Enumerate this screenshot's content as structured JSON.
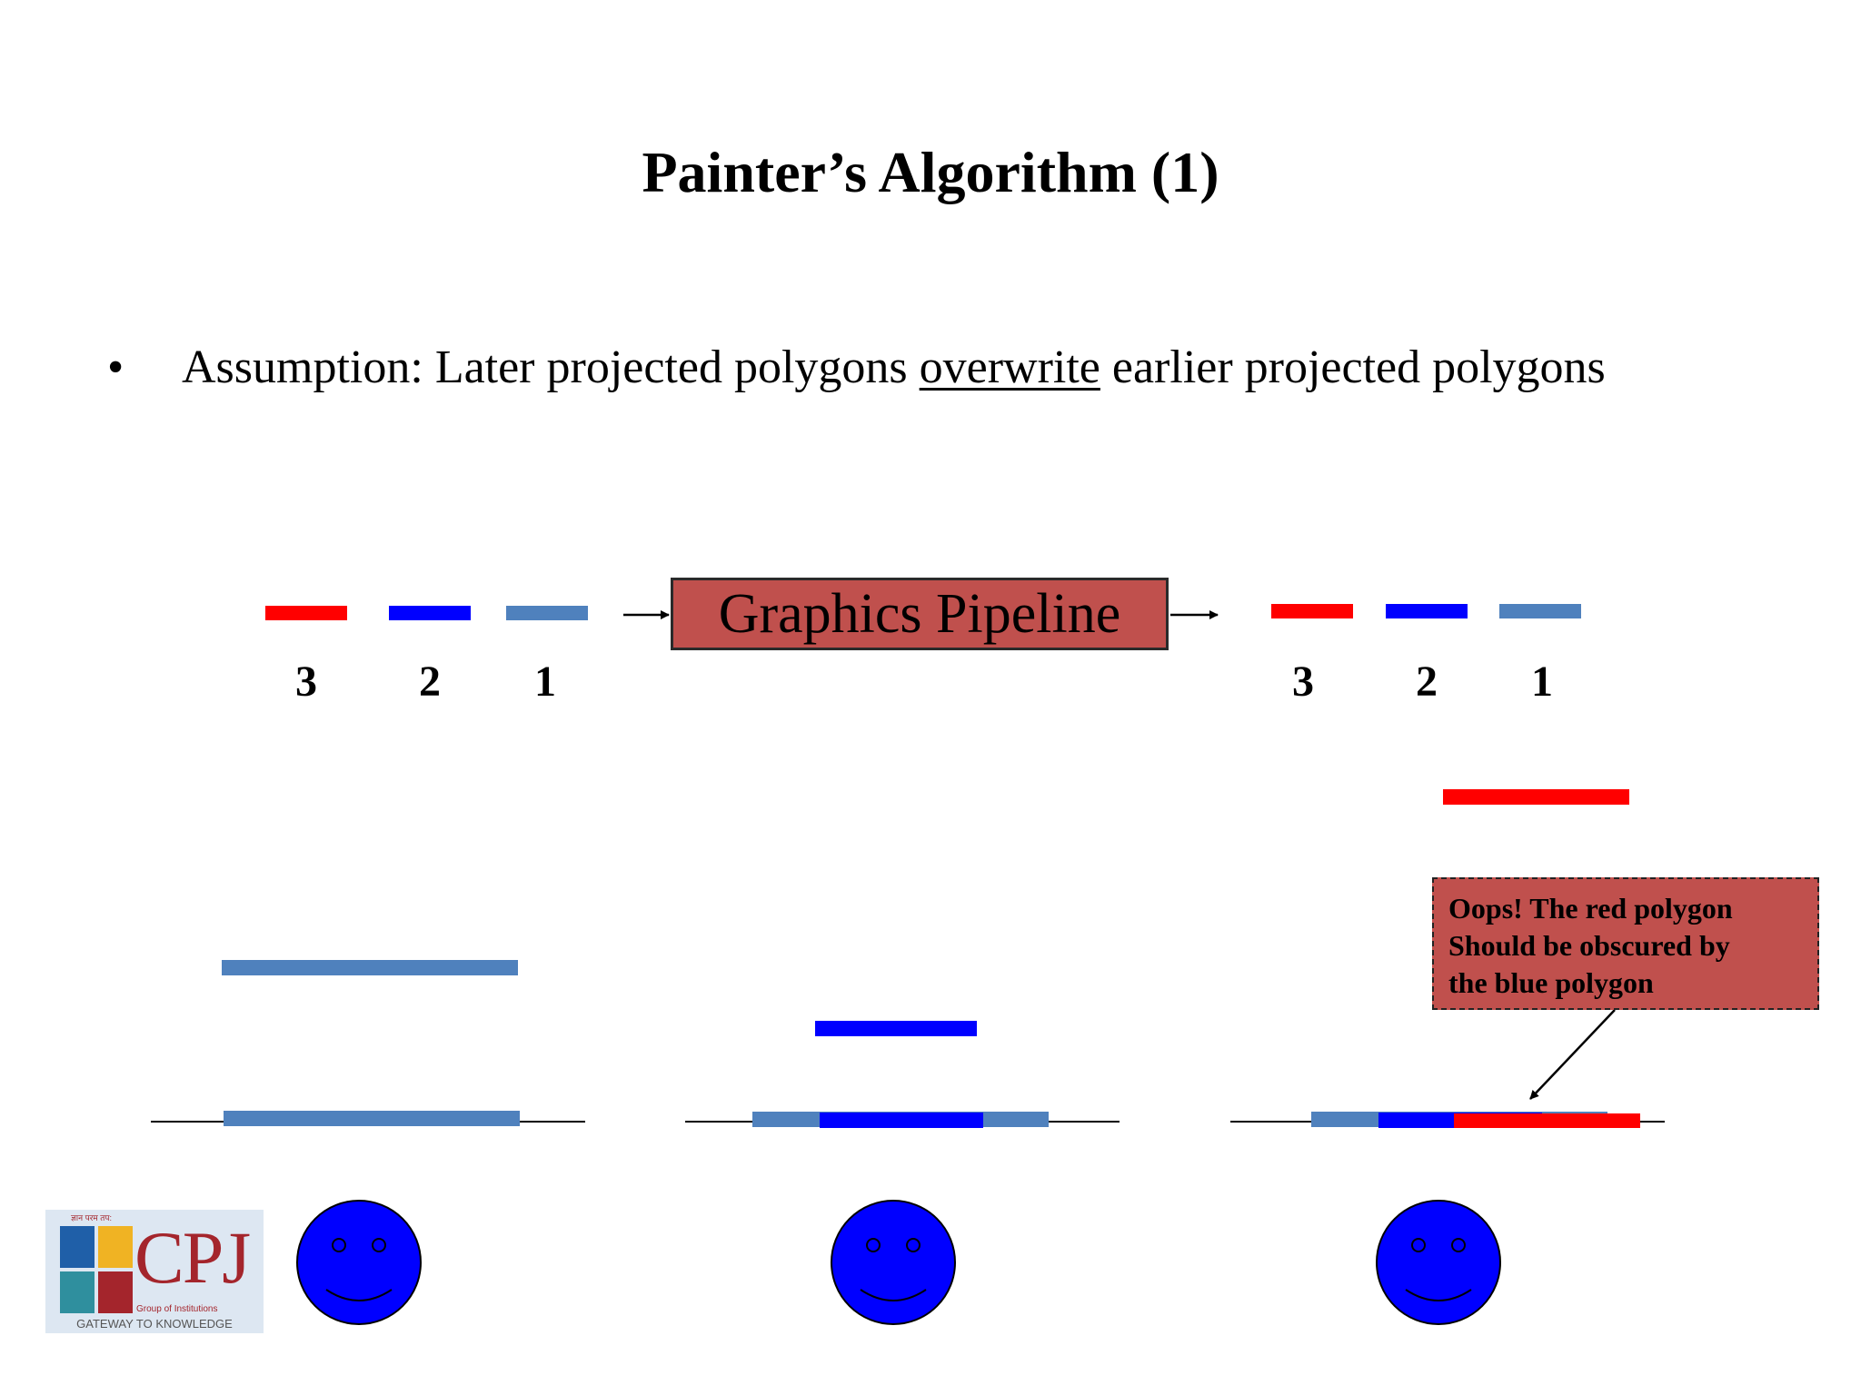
{
  "slide": {
    "title": "Painter’s Algorithm (1)",
    "bullet_marker": "•",
    "bullet_text_before": "Assumption: Later projected polygons ",
    "bullet_text_underlined": "overwrite",
    "bullet_text_after": " earlier projected polygons"
  },
  "pipeline": {
    "box_label": "Graphics Pipeline",
    "input_order_labels": [
      "3",
      "2",
      "1"
    ],
    "output_order_labels": [
      "3",
      "2",
      "1"
    ]
  },
  "callout": {
    "lines": [
      "Oops! The red polygon",
      "Should be obscured by",
      "the blue polygon"
    ]
  },
  "logo": {
    "top_text": "ज्ञान परम तप:",
    "name": "CPJ",
    "subtitle": "Group of Institutions",
    "tagline": "GATEWAY TO KNOWLEDGE"
  },
  "colors": {
    "red": "#ff0000",
    "blue": "#0000ff",
    "light_blue": "#4f81bd",
    "box_fill": "#c0504d",
    "face_fill": "#0000ff",
    "logo_red": "#a4252c"
  }
}
